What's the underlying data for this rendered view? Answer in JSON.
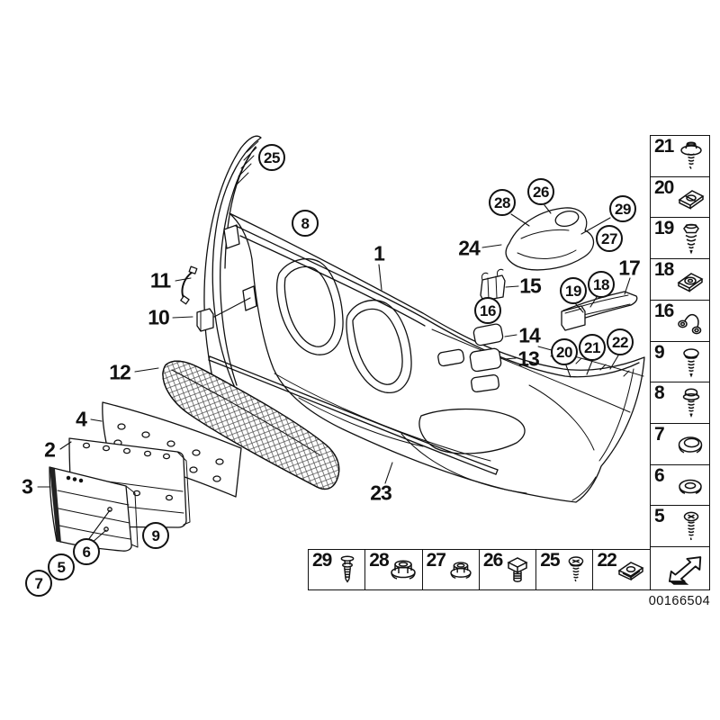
{
  "illustration": {
    "circled_callouts": [
      {
        "n": "25"
      },
      {
        "n": "8"
      },
      {
        "n": "28"
      },
      {
        "n": "26"
      },
      {
        "n": "29"
      },
      {
        "n": "27"
      },
      {
        "n": "16"
      },
      {
        "n": "19"
      },
      {
        "n": "18"
      },
      {
        "n": "20"
      },
      {
        "n": "21"
      },
      {
        "n": "22"
      },
      {
        "n": "9"
      },
      {
        "n": "6"
      },
      {
        "n": "5"
      },
      {
        "n": "7"
      }
    ],
    "plain_labels": [
      {
        "n": "1"
      },
      {
        "n": "2"
      },
      {
        "n": "3"
      },
      {
        "n": "4"
      },
      {
        "n": "10"
      },
      {
        "n": "11"
      },
      {
        "n": "12"
      },
      {
        "n": "13"
      },
      {
        "n": "14"
      },
      {
        "n": "15"
      },
      {
        "n": "17"
      },
      {
        "n": "23"
      },
      {
        "n": "24"
      }
    ]
  },
  "right_column": [
    {
      "n": "21",
      "icon": "hex-screw-washer-icon"
    },
    {
      "n": "20",
      "icon": "sheet-metal-nut-icon"
    },
    {
      "n": "19",
      "icon": "self-tapping-screw-icon"
    },
    {
      "n": "18",
      "icon": "body-clip-nut-icon"
    },
    {
      "n": "16",
      "icon": "cable-clip-icon"
    },
    {
      "n": "9",
      "icon": "pan-head-screw-icon"
    },
    {
      "n": "8",
      "icon": "collar-screw-icon"
    },
    {
      "n": "7",
      "icon": "grommet-icon"
    },
    {
      "n": "6",
      "icon": "washer-icon"
    },
    {
      "n": "5",
      "icon": "phillips-screw-icon"
    }
  ],
  "bottom_row": [
    {
      "n": "29",
      "icon": "expansion-rivet-icon"
    },
    {
      "n": "28",
      "icon": "flange-nut-icon"
    },
    {
      "n": "27",
      "icon": "flange-nut-icon"
    },
    {
      "n": "26",
      "icon": "hex-bolt-icon"
    },
    {
      "n": "25",
      "icon": "pan-head-screw-icon"
    },
    {
      "n": "22",
      "icon": "sheet-metal-clip-icon"
    }
  ],
  "footer": {
    "diagram_id": "00166504"
  },
  "colors": {
    "line": "#111111",
    "background": "#ffffff"
  }
}
